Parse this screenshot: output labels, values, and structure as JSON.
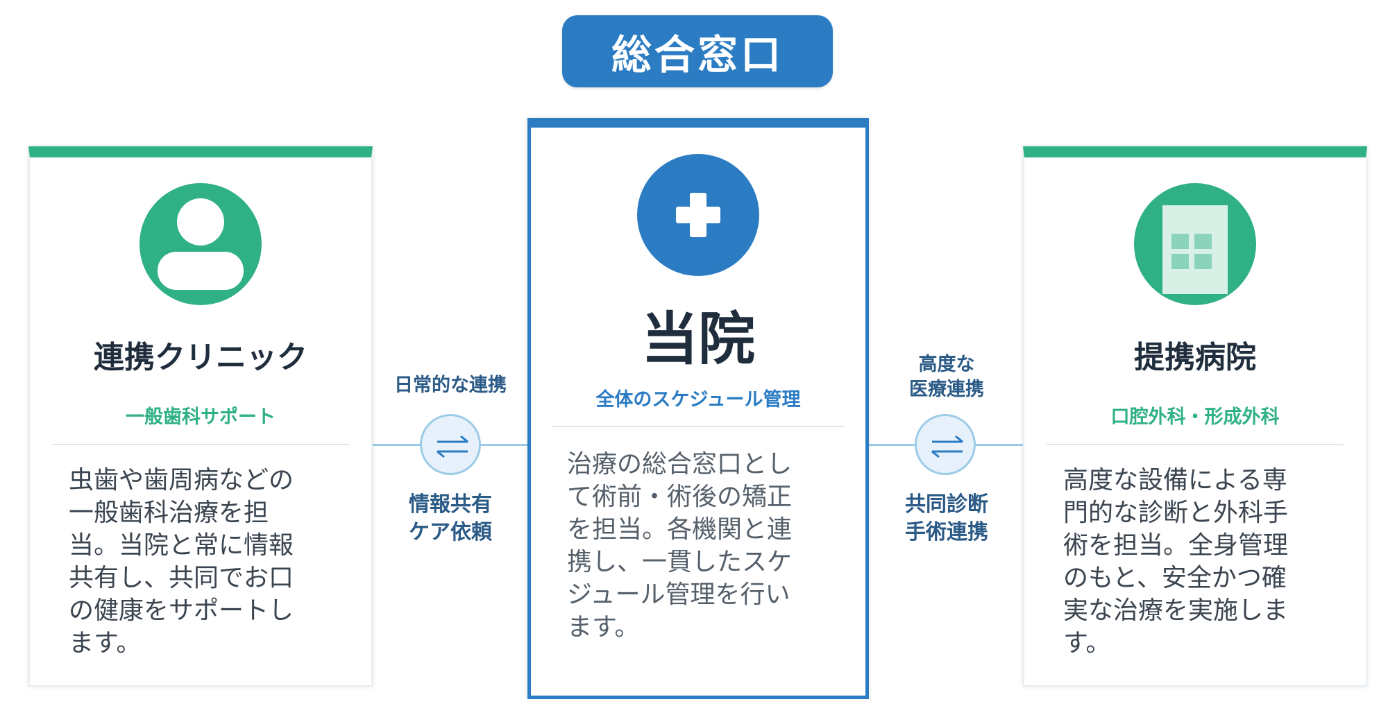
{
  "header": {
    "badge_label": "総合窓口"
  },
  "cards": {
    "left": {
      "icon": "person-icon",
      "title": "連携クリニック",
      "subtitle": "一般歯科サポート",
      "description_lines": [
        "虫歯や歯周病などの",
        "一般歯科治療を担",
        "当。当院と常に情報",
        "共有し、共同でお口",
        "の健康をサポートし",
        "ます。"
      ]
    },
    "center": {
      "icon": "medical-cross-icon",
      "title": "当院",
      "subtitle": "全体のスケジュール管理",
      "description_lines": [
        "治療の総合窓口とし",
        "て術前・術後の矯正",
        "を担当。各機関と連",
        "携し、一貫したスケ",
        "ジュール管理を行い",
        "ます。"
      ]
    },
    "right": {
      "icon": "hospital-building-icon",
      "title": "提携病院",
      "subtitle": "口腔外科・形成外科",
      "description_lines": [
        "高度な設備による専",
        "門的な診断と外科手",
        "術を担当。全身管理",
        "のもと、安全かつ確",
        "実な治療を実施しま",
        "す。"
      ]
    }
  },
  "connectors": {
    "left": {
      "icon": "exchange-arrows-icon",
      "top_lines": [
        "日常的な連携"
      ],
      "bottom_lines": [
        "情報共有",
        "ケア依頼"
      ]
    },
    "right": {
      "icon": "exchange-arrows-icon",
      "top_lines": [
        "高度な",
        "医療連携"
      ],
      "bottom_lines": [
        "共同診断",
        "手術連携"
      ]
    }
  },
  "colors": {
    "primary_blue": "#2b7cc3",
    "accent_green": "#2fb085",
    "connector_light_blue": "#9ccbe7",
    "label_navy": "#2b5b86"
  }
}
